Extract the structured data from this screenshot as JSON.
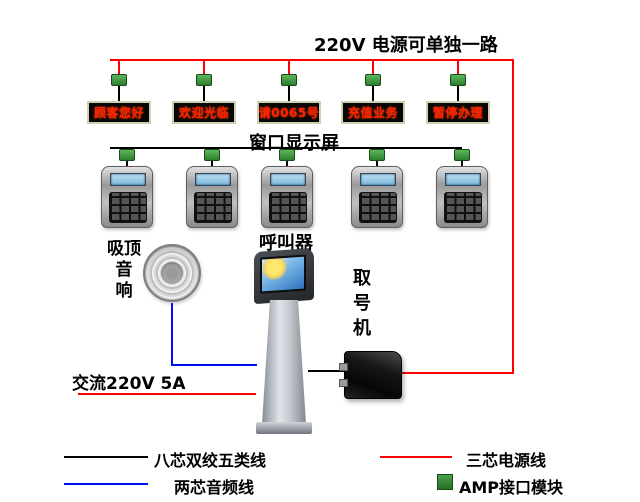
{
  "title": "220V 电源可单独一路",
  "displays": {
    "label": "窗口显示屏",
    "items": [
      "顾客您好",
      "欢迎光临",
      "请0065号",
      "充值业务",
      "暂停办理"
    ]
  },
  "callers": {
    "label": "呼叫器"
  },
  "speaker": {
    "label": "吸顶\n音\n响"
  },
  "kiosk": {
    "label": "取\n号\n机"
  },
  "power": {
    "kiosk_power_label": "交流220V 5A"
  },
  "legend": {
    "items": [
      {
        "swatch": "line",
        "color": "#000000",
        "label": "八芯双绞五类线"
      },
      {
        "swatch": "line",
        "color": "#ff0000",
        "label": "三芯电源线"
      },
      {
        "swatch": "line",
        "color": "#0000ff",
        "label": "两芯音频线"
      },
      {
        "swatch": "square",
        "color": "#2e8b2e",
        "label": "AMP接口模块"
      }
    ]
  },
  "colors": {
    "power_line": "#ff0000",
    "data_line": "#000000",
    "audio_line": "#0011ee",
    "module_green": "#2e8b2e",
    "led_text": "#ff2200"
  }
}
